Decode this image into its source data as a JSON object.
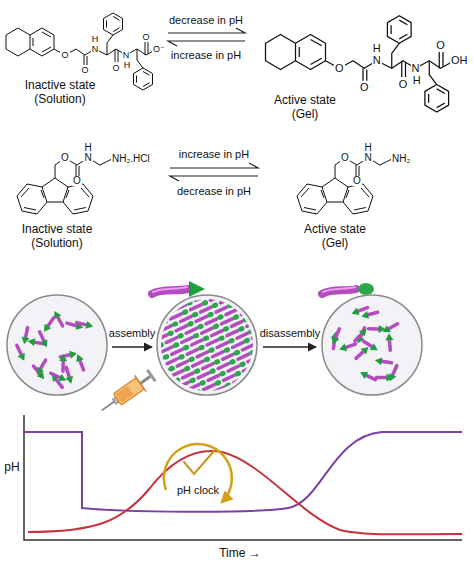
{
  "diagram": {
    "labels": [
      "O",
      "O",
      "N",
      "H",
      "O",
      "N",
      "H",
      "O",
      "O⁻",
      "Inactive state (Solution)",
      "decrease in pH",
      "increase in pH",
      "O",
      "O",
      "N",
      "H",
      "O",
      "N",
      "H",
      "O",
      "OH",
      "Active state (Gel)",
      "O",
      "O",
      "N",
      "H",
      "NH₂.HCl",
      "Inactive state (Solution)",
      "increase in pH",
      "decrease in pH",
      "O",
      "O",
      "N",
      "H",
      "NH₂",
      "Active state (Gel)",
      "assembly",
      "disassembly",
      "pH",
      "pH clock",
      "Time →"
    ]
  }
}
